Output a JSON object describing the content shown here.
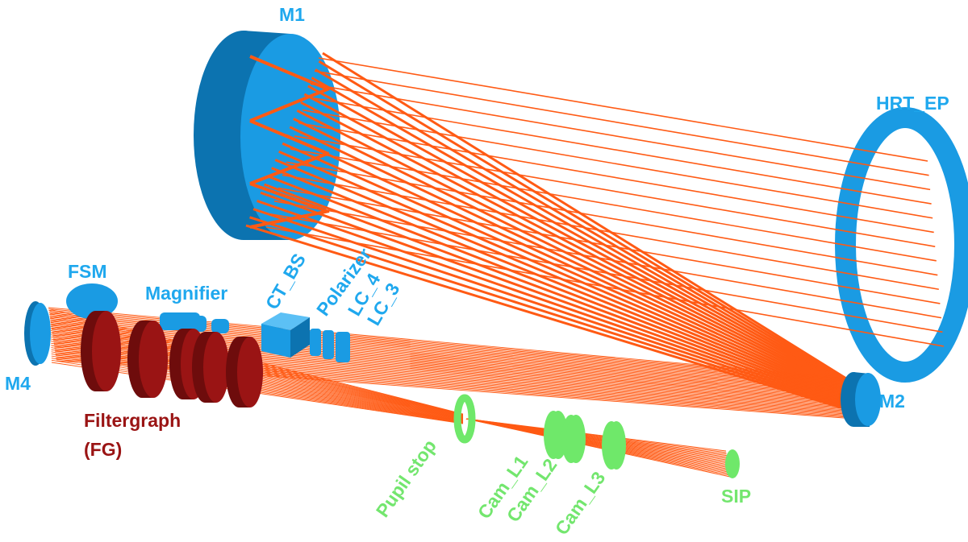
{
  "colors": {
    "primary_optics": "#1a9be3",
    "primary_optics_dark": "#0c73b0",
    "primary_label": "#1fa8ee",
    "filtergraph": "#9a1414",
    "filtergraph_dark": "#6e0c0c",
    "camera_optics": "#6fe86a",
    "camera_label": "#73e66e",
    "rays": "#ff5a14",
    "background": "#ffffff"
  },
  "labels": {
    "m1": "M1",
    "hrt_ep": "HRT_EP",
    "fsm": "FSM",
    "magnifier": "Magnifier",
    "ct_bs": "CT_BS",
    "polarizer": "Polarizer",
    "lc4": "LC_4",
    "lc3": "LC_3",
    "m4": "M4",
    "m2": "M2",
    "filtergraph": "Filtergraph",
    "fg": "(FG)",
    "pupil_stop": "Pupil stop",
    "cam_l1": "Cam_L1",
    "cam_l2": "Cam_L2",
    "cam_l3": "Cam_L3",
    "sip": "SIP"
  }
}
